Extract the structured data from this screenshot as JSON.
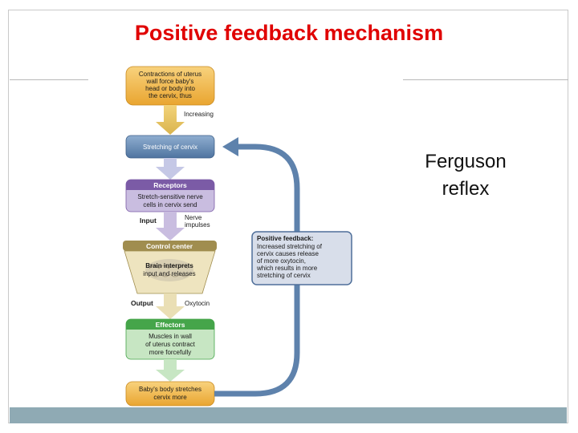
{
  "title": "Positive feedback mechanism",
  "side_label": [
    "Ferguson",
    "reflex"
  ],
  "diagram": {
    "top_box": [
      "Contractions of uterus",
      "wall force baby's",
      "head or body into",
      "the cervix, thus"
    ],
    "increasing": "Increasing",
    "stretching": "Stretching of cervix",
    "receptors": {
      "header": "Receptors",
      "body": [
        "Stretch-sensitive nerve",
        "cells in cervix send"
      ]
    },
    "input_label": "Input",
    "nerve_impulses": [
      "Nerve",
      "impulses"
    ],
    "control_center": {
      "header": "Control center",
      "body": [
        "Brain interprets",
        "input and releases"
      ]
    },
    "output_label": "Output",
    "oxytocin": "Oxytocin",
    "effectors": {
      "header": "Effectors",
      "body": [
        "Muscles in wall",
        "of uterus contract",
        "more forcefully"
      ]
    },
    "bottom_box": [
      "Baby's body stretches",
      "cervix more"
    ],
    "feedback_box": [
      "Positive feedback:",
      "Increased stretching of",
      "cervix causes release",
      "of more oxytocin,",
      "which results in more",
      "stretching of cervix"
    ]
  },
  "colors": {
    "title": "#e00000",
    "top_box": "#f0b441",
    "stretching_box": "#5b7fa9",
    "receptors_header": "#7b5ba6",
    "receptors_body": "#c9bde0",
    "control_header": "#a08d4f",
    "control_body": "#eee4bf",
    "effectors_header": "#45a54a",
    "effectors_body": "#c7e6c3",
    "bottom_box": "#f0b441",
    "feedback_arrow": "#5e82ac",
    "bottom_bar": "#8faab4"
  }
}
